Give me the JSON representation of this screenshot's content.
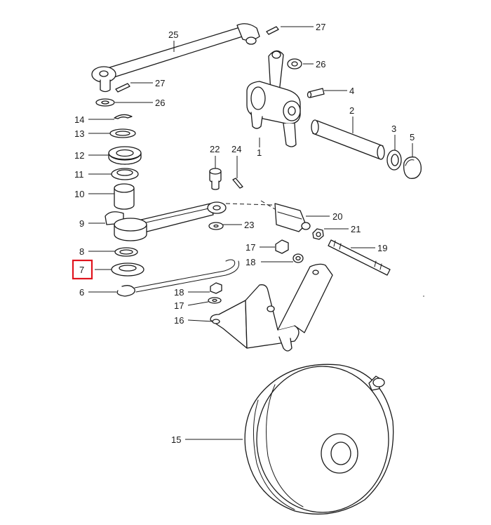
{
  "diagram": {
    "labels": {
      "l1": "1",
      "l2": "2",
      "l3": "3",
      "l4": "4",
      "l5": "5",
      "l6": "6",
      "l7": "7",
      "l8": "8",
      "l9": "9",
      "l10": "10",
      "l11": "11",
      "l12": "12",
      "l13": "13",
      "l14": "14",
      "l15": "15",
      "l16": "16",
      "l17a": "17",
      "l17b": "17",
      "l18a": "18",
      "l18b": "18",
      "l19": "19",
      "l20": "20",
      "l21": "21",
      "l22": "22",
      "l23": "23",
      "l24": "24",
      "l25": "25",
      "l26a": "26",
      "l26b": "26",
      "l27a": "27",
      "l27b": "27"
    },
    "highlighted_callout": "7",
    "highlight_color": "#e0141e",
    "line_color": "#1a1a1a"
  }
}
